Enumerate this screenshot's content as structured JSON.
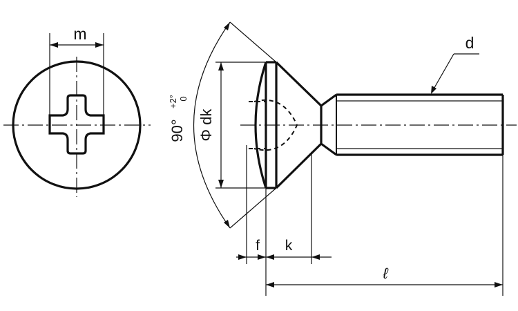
{
  "diagram": {
    "labels": {
      "m": "m",
      "d": "d",
      "phi_dk": "Φ dk",
      "angle_base": "90°",
      "tol_plus": "+2°",
      "tol_zero": "0",
      "f": "f",
      "k": "k",
      "length": "ℓ"
    },
    "colors": {
      "line": "#111111",
      "background": "#ffffff"
    }
  }
}
